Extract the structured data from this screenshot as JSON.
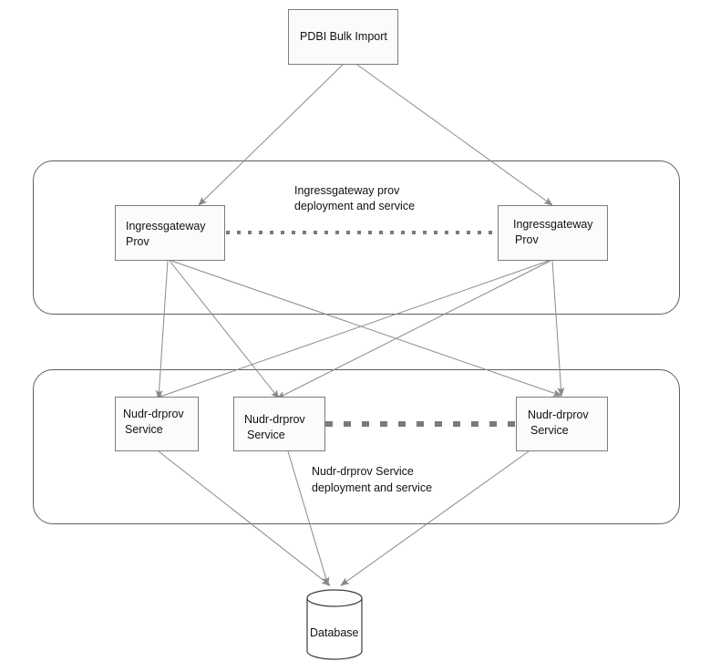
{
  "diagram": {
    "top_node": {
      "label": "PDBI Bulk Import"
    },
    "ingress_group": {
      "title_line1": "Ingressgateway prov",
      "title_line2": "deployment and service",
      "nodes": [
        {
          "line1": "Ingressgateway",
          "line2": "Prov"
        },
        {
          "line1": "Ingressgateway",
          "line2": "Prov"
        }
      ]
    },
    "nudr_group": {
      "title_line1": "Nudr-drprov Service",
      "title_line2": "deployment and service",
      "nodes": [
        {
          "line1": "Nudr-drprov",
          "line2": "Service"
        },
        {
          "line1": "Nudr-drprov",
          "line2": "Service"
        },
        {
          "line1": "Nudr-drprov",
          "line2": "Service"
        }
      ]
    },
    "database": {
      "label": "Database"
    }
  }
}
